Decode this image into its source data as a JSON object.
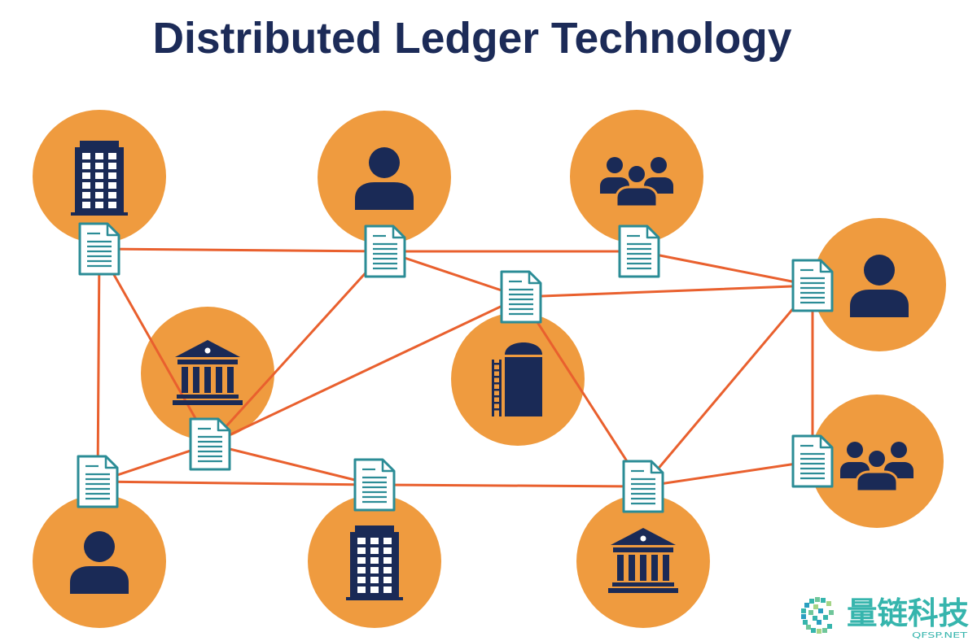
{
  "title": "Distributed Ledger Technology",
  "colors": {
    "background": "#ffffff",
    "title": "#1c2b58",
    "node_fill": "#ef9b3f",
    "icon": "#1a2a56",
    "connection": "#e9602e",
    "ledger_stroke": "#2b8c96",
    "ledger_fill": "#ffffff",
    "watermark": "#36b5ad"
  },
  "ledger_icon": "ledger-document-icon",
  "nodes": [
    {
      "icon": "office-building-icon"
    },
    {
      "icon": "person-icon"
    },
    {
      "icon": "group-icon"
    },
    {
      "icon": "person-icon"
    },
    {
      "icon": "bank-icon"
    },
    {
      "icon": "silo-icon"
    },
    {
      "icon": "group-icon"
    },
    {
      "icon": "person-icon"
    },
    {
      "icon": "office-building-icon"
    },
    {
      "icon": "bank-icon"
    }
  ],
  "connections": [
    [
      0,
      1
    ],
    [
      1,
      2
    ],
    [
      2,
      3
    ],
    [
      1,
      5
    ],
    [
      5,
      3
    ],
    [
      0,
      7
    ],
    [
      0,
      4
    ],
    [
      1,
      4
    ],
    [
      5,
      4
    ],
    [
      5,
      9
    ],
    [
      3,
      9
    ],
    [
      3,
      6
    ],
    [
      4,
      7
    ],
    [
      4,
      8
    ],
    [
      7,
      8
    ],
    [
      8,
      9
    ],
    [
      9,
      6
    ]
  ],
  "watermark": {
    "logo_icon": "qfsp-logo-icon",
    "brand": "量链科技",
    "domain": "QFSP.NET"
  }
}
